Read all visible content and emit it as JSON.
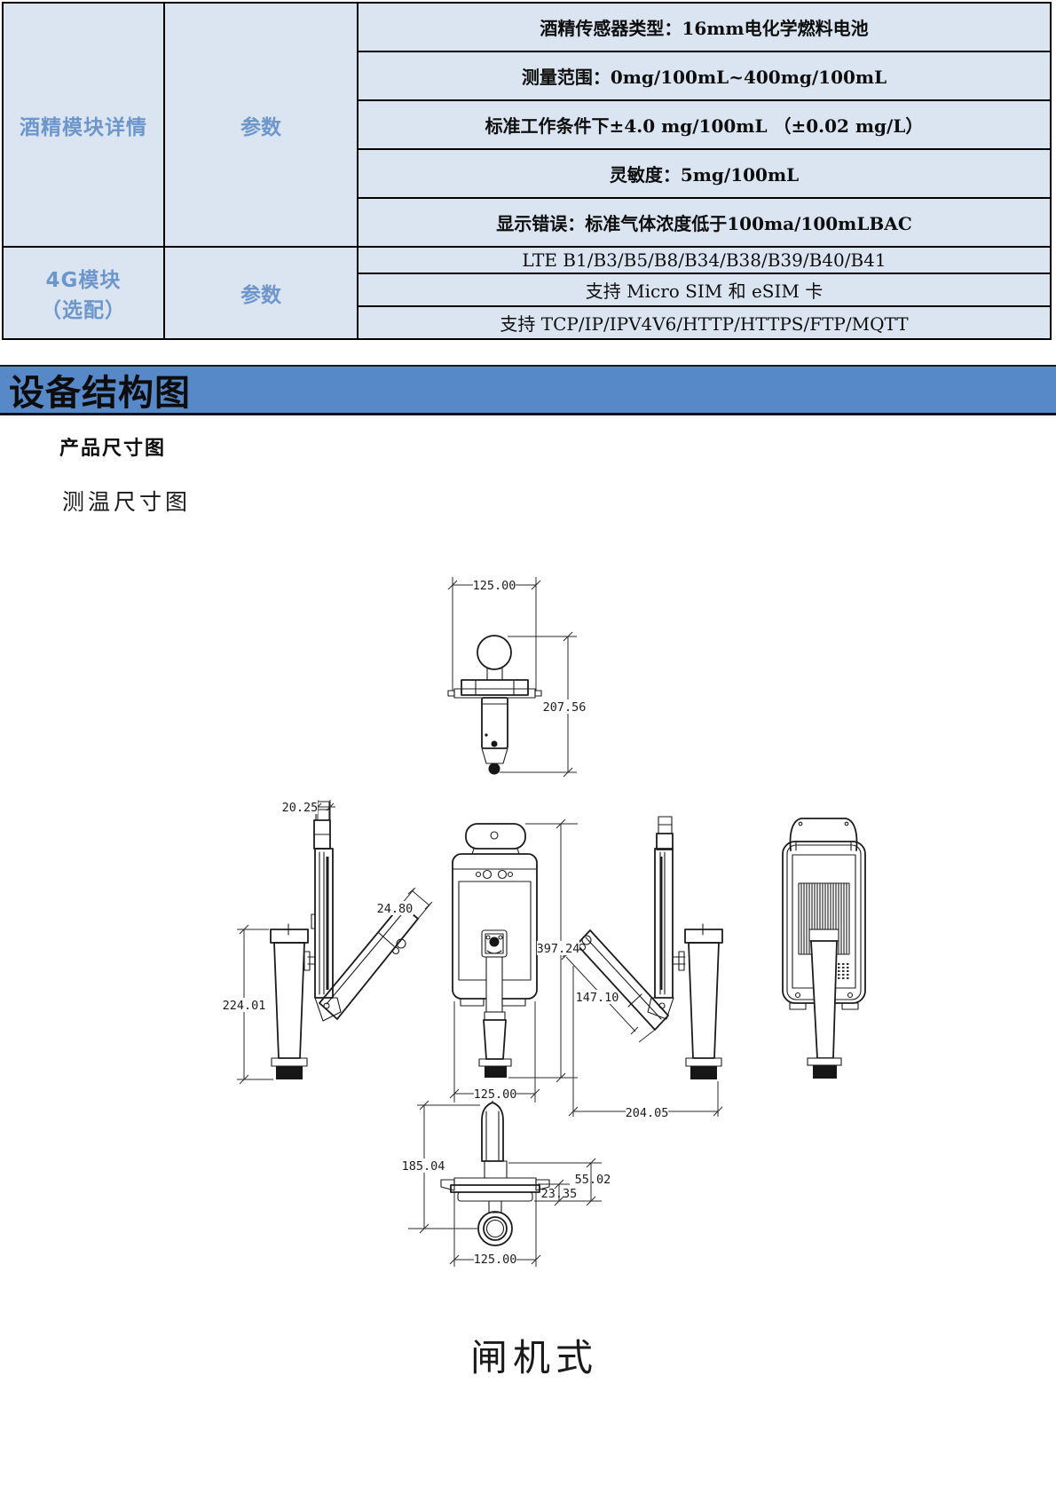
{
  "table": {
    "sections": [
      {
        "label": "酒精模块详情",
        "param": "参数",
        "rows": [
          "酒精传感器类型：16mm电化学燃料电池",
          "测量范围：0mg/100mL~400mg/100mL",
          "标准工作条件下±4.0 mg/100mL （±0.02 mg/L）",
          "灵敏度：5mg/100mL",
          "显示错误：标准气体浓度低于100ma/100mLBAC"
        ]
      },
      {
        "label_line1": "4G模块",
        "label_line2": "（选配）",
        "param": "参数",
        "rows": [
          "LTE B1/B3/B5/B8/B34/B38/B39/B40/B41",
          "支持 Micro SIM 和 eSIM 卡",
          "支持 TCP/IP/IPV4V6/HTTP/HTTPS/FTP/MQTT"
        ]
      }
    ]
  },
  "section_header": {
    "title": "设备结构图"
  },
  "subheadings": {
    "product_dim": "产品尺寸图",
    "temp_dim": "测温尺寸图"
  },
  "drawing": {
    "caption": "闸机式",
    "dims": {
      "top_width": "125.00",
      "top_height": "207.56",
      "panel_thickness": "20.25",
      "arm_width": "24.80",
      "stand_height": "224.01",
      "device_height": "397.24",
      "arm_length": "147.10",
      "device_width": "125.00",
      "side_depth": "204.05",
      "bottom_height": "185.04",
      "bracket_drop": "55.02",
      "bracket_inner": "23.35",
      "bottom_width": "125.00"
    }
  },
  "colors": {
    "cell_bg": "#dbe5f1",
    "label_text": "#6d96ca",
    "banner_bg": "#5789c8"
  }
}
